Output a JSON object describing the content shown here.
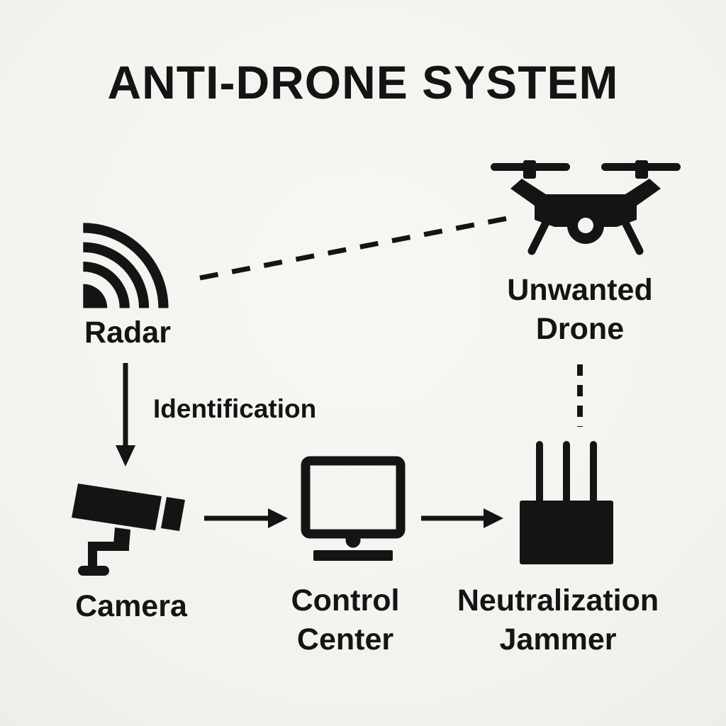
{
  "title": "ANTI-DRONE SYSTEM",
  "nodes": {
    "radar": {
      "label": "Radar"
    },
    "drone": {
      "label": "Unwanted Drone"
    },
    "camera": {
      "label": "Camera"
    },
    "control": {
      "label": "Control Center"
    },
    "jammer": {
      "label": "Neutralization Jammer"
    }
  },
  "edges": {
    "identification": {
      "label": "Identification"
    }
  },
  "colors": {
    "ink": "#141414",
    "background": "#f5f3ef"
  }
}
